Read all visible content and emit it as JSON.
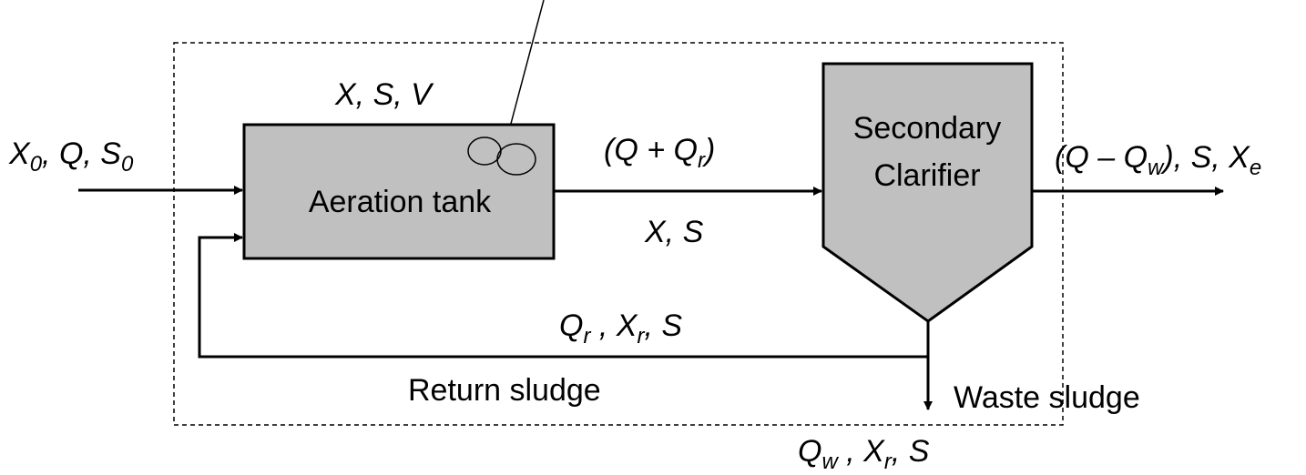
{
  "aeration_tank": {
    "label": "Aeration tank",
    "state": "X, S, V"
  },
  "clarifier": {
    "line1": "Secondary",
    "line2": "Clarifier"
  },
  "influent": {
    "x_main": "X",
    "x_sub": "0",
    "q": ", Q, ",
    "s_main": "S",
    "s_sub": "0"
  },
  "mixed_flow": {
    "open": "(Q + Q",
    "sub": "r",
    "close": ")",
    "composition": "X, S"
  },
  "effluent": {
    "open": "(Q – Q",
    "sub": "w",
    "close": "), S, X",
    "x_sub": "e"
  },
  "recycle": {
    "q": "Q",
    "q_sub": "r",
    "mid": " , X",
    "x_sub": "r",
    "end": ", S",
    "name": "Return sludge"
  },
  "waste": {
    "name": "Waste sludge",
    "q": "Q",
    "q_sub": "w",
    "mid": " , X",
    "x_sub": "r",
    "end": ", S"
  },
  "colors": {
    "unit_fill": "#c0c0c0",
    "line": "#000000"
  }
}
